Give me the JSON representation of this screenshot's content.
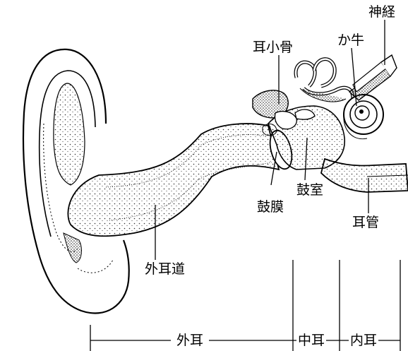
{
  "labels": {
    "nerve": "神経",
    "cochlea": "か牛",
    "ossicles": "耳小骨",
    "eardrum": "鼓膜",
    "tympanic_cavity": "鼓室",
    "eustachian_tube": "耳管",
    "ear_canal": "外耳道"
  },
  "sections": {
    "outer_ear": "外耳",
    "middle_ear": "中耳",
    "inner_ear": "内耳"
  }
}
